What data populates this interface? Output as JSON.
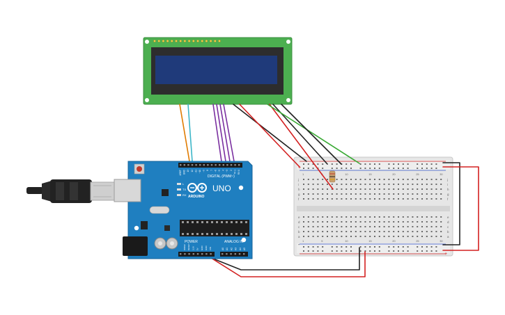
{
  "canvas": {
    "background": "#ffffff"
  },
  "lcd": {
    "board_color": "#4caf50",
    "screen_color": "#1f3a7a",
    "pin_count": 16
  },
  "arduino": {
    "board_color": "#1f7fc0",
    "logo_text": "UNO",
    "brand_text": "ARDUINO",
    "digital_header_label": "DIGITAL (PWM~)",
    "power_label": "POWER",
    "analog_label": "ANALOG IN",
    "top_pin_labels": [
      "AREF",
      "GND",
      "13",
      "12",
      "~11",
      "~10",
      "~9",
      "8",
      "7",
      "~6",
      "~5",
      "4",
      "~3",
      "2",
      "TX 1",
      "RX 0"
    ],
    "power_pin_labels": [
      "IOREF",
      "RESET",
      "3.3V",
      "5V",
      "GND",
      "GND",
      "VIN"
    ],
    "analog_pin_labels": [
      "A0",
      "A1",
      "A2",
      "A3",
      "A4",
      "A5"
    ],
    "led_labels": [
      "L",
      "TX",
      "RX"
    ]
  },
  "usb_cable": {
    "color": "#222222"
  },
  "breadboard": {
    "body_color": "#e8e8e8",
    "column_numbers": [
      "1",
      "5",
      "10",
      "15",
      "20",
      "25",
      "30"
    ],
    "row_letters_top": [
      "j",
      "i",
      "h",
      "g",
      "f"
    ],
    "row_letters_bottom": [
      "e",
      "d",
      "c",
      "b",
      "a"
    ],
    "rail_plus_label": "+",
    "rail_minus_label": "-"
  },
  "potentiometer": {
    "color": "#c8a070"
  },
  "wire_colors": {
    "red": "#d32020",
    "black": "#222222",
    "orange": "#e07b00",
    "cyan": "#3cb6c8",
    "purple": "#7a2fa0",
    "green": "#3aaa35"
  }
}
